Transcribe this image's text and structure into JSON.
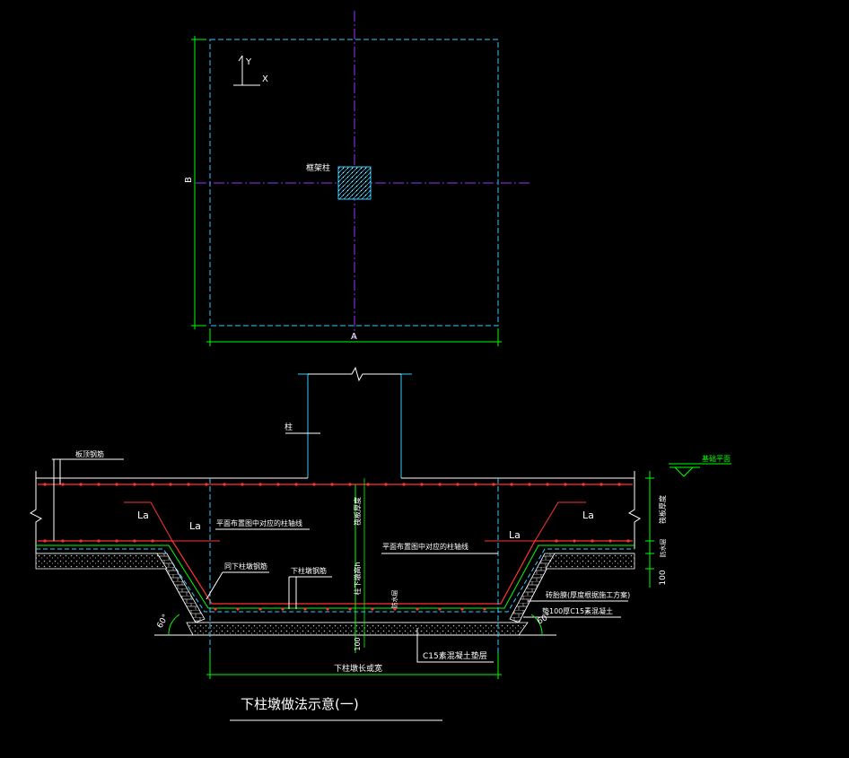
{
  "colors": {
    "background": "#000000",
    "dim": "#00ff00",
    "outline": "#33ccff",
    "axis": "#9933ff",
    "rebar": "#ff3333",
    "text": "#ffffff",
    "layer": "#cccccc"
  },
  "plan": {
    "axis_y": "Y",
    "axis_x": "X",
    "dim_b": "B",
    "dim_a": "A",
    "column_label": "框架柱"
  },
  "section": {
    "column_label": "柱",
    "top_rebar_label": "板顶钢筋",
    "elevation_label": "基础平面",
    "la_left_1": "La",
    "la_left_2": "La",
    "la_right_1": "La",
    "la_right_2": "La",
    "axis_note_left": "平面布置图中对应的柱轴线",
    "axis_note_right": "平面布置图中对应的柱轴线",
    "thickness_vertical": "筏板厚度",
    "thickness_right": "筏板厚度",
    "cap_height": "柱下墩高h",
    "cap_rebar_a": "同下柱墩钢筋",
    "cap_rebar_b": "下柱墩钢筋",
    "waterproof_small": "防水层",
    "waterproof_right": "防水层",
    "dim_100": "100",
    "dim_100_right": "100",
    "brick_note": "砖胎膜(厚度根据施工方案)",
    "c15_note": "垫100厚C15素混凝土",
    "cushion_note": "C15素混凝土垫层",
    "angle_left": "60°",
    "angle_right": "60°",
    "bottom_width": "下柱墩长或宽",
    "title": "下柱墩做法示意(一)"
  }
}
